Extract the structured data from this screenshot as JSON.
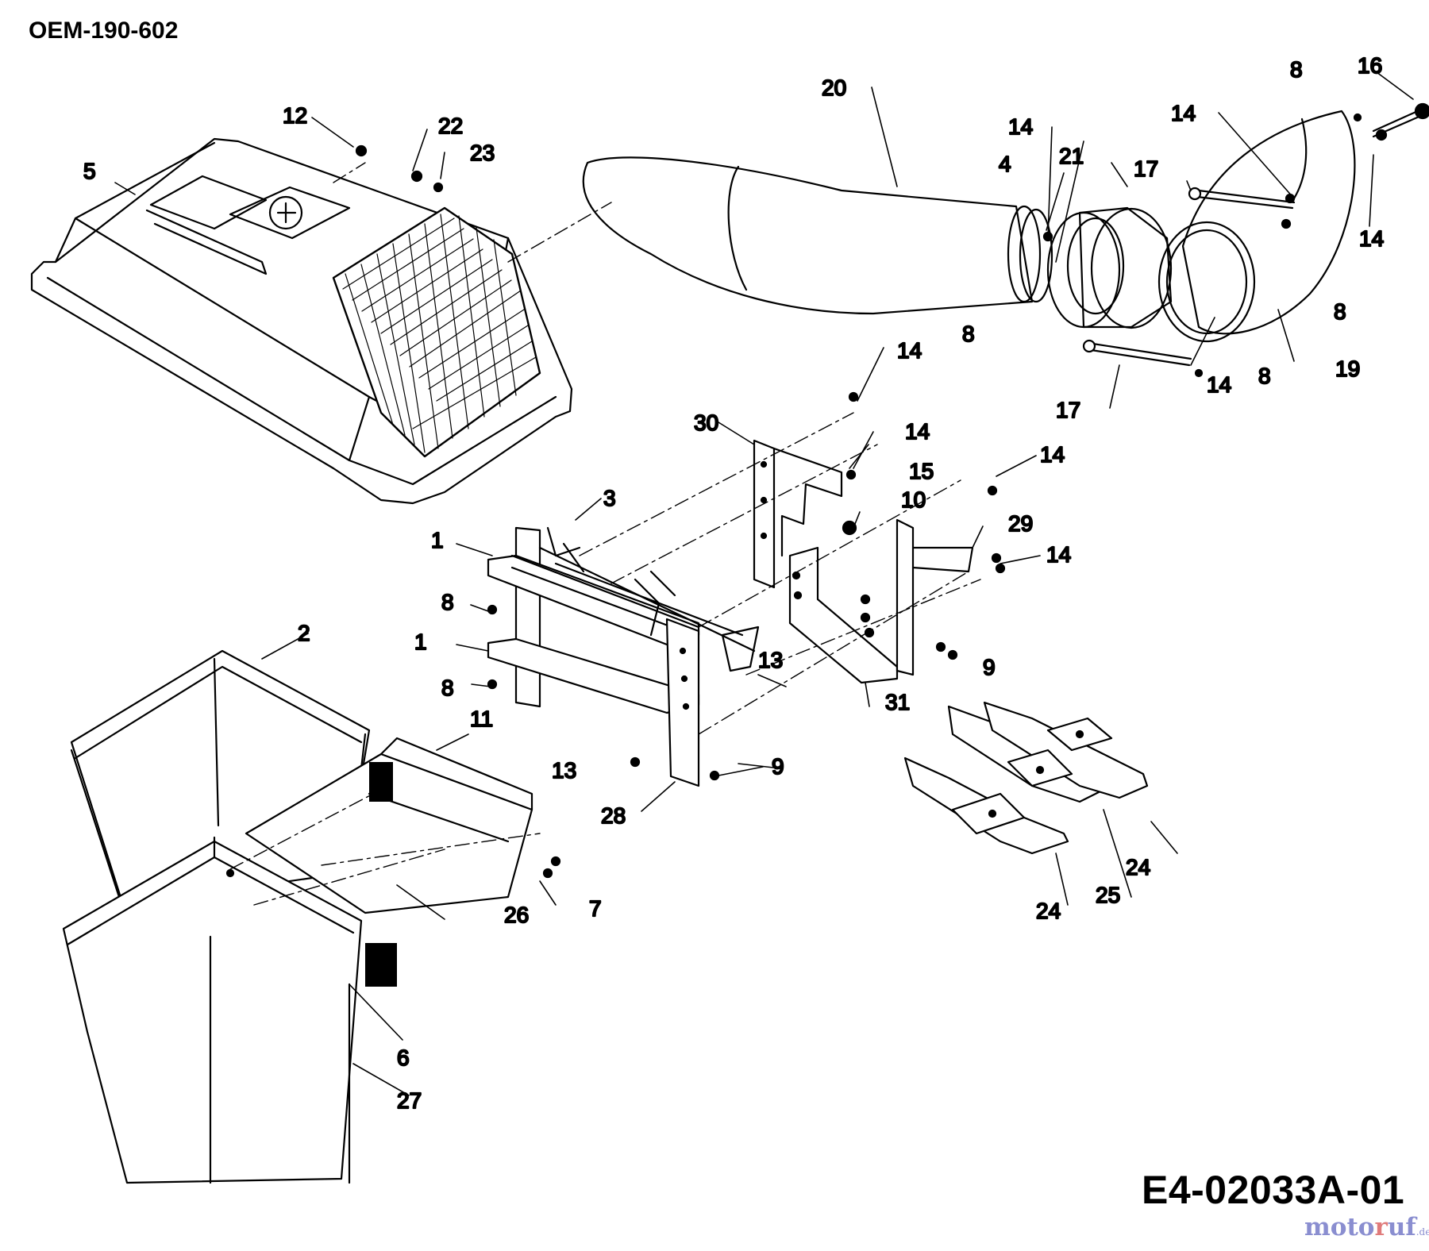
{
  "header": {
    "model_code": "OEM-190-602"
  },
  "footer": {
    "diagram_code": "E4-02033A-01"
  },
  "watermark": {
    "brand": "motoruf",
    "tld": ".de",
    "colors": {
      "main": "#8a8ed0",
      "accent": "#e07b7b"
    }
  },
  "callouts": {
    "c1a": "1",
    "c1b": "1",
    "c2": "2",
    "c3": "3",
    "c4": "4",
    "c5": "5",
    "c6": "6",
    "c7": "7",
    "c8a": "8",
    "c8b": "8",
    "c8c": "8",
    "c8d": "8",
    "c8e": "8",
    "c8f": "8",
    "c9a": "9",
    "c9b": "9",
    "c10": "10",
    "c11": "11",
    "c12": "12",
    "c13a": "13",
    "c13b": "13",
    "c14a": "14",
    "c14b": "14",
    "c14c": "14",
    "c14d": "14",
    "c14e": "14",
    "c14f": "14",
    "c14g": "14",
    "c14h": "14",
    "c15": "15",
    "c16": "16",
    "c17a": "17",
    "c17b": "17",
    "c19": "19",
    "c20": "20",
    "c21": "21",
    "c22": "22",
    "c23": "23",
    "c24a": "24",
    "c24b": "24",
    "c25": "25",
    "c26": "26",
    "c27": "27",
    "c28": "28",
    "c29": "29",
    "c30": "30",
    "c31": "31"
  }
}
